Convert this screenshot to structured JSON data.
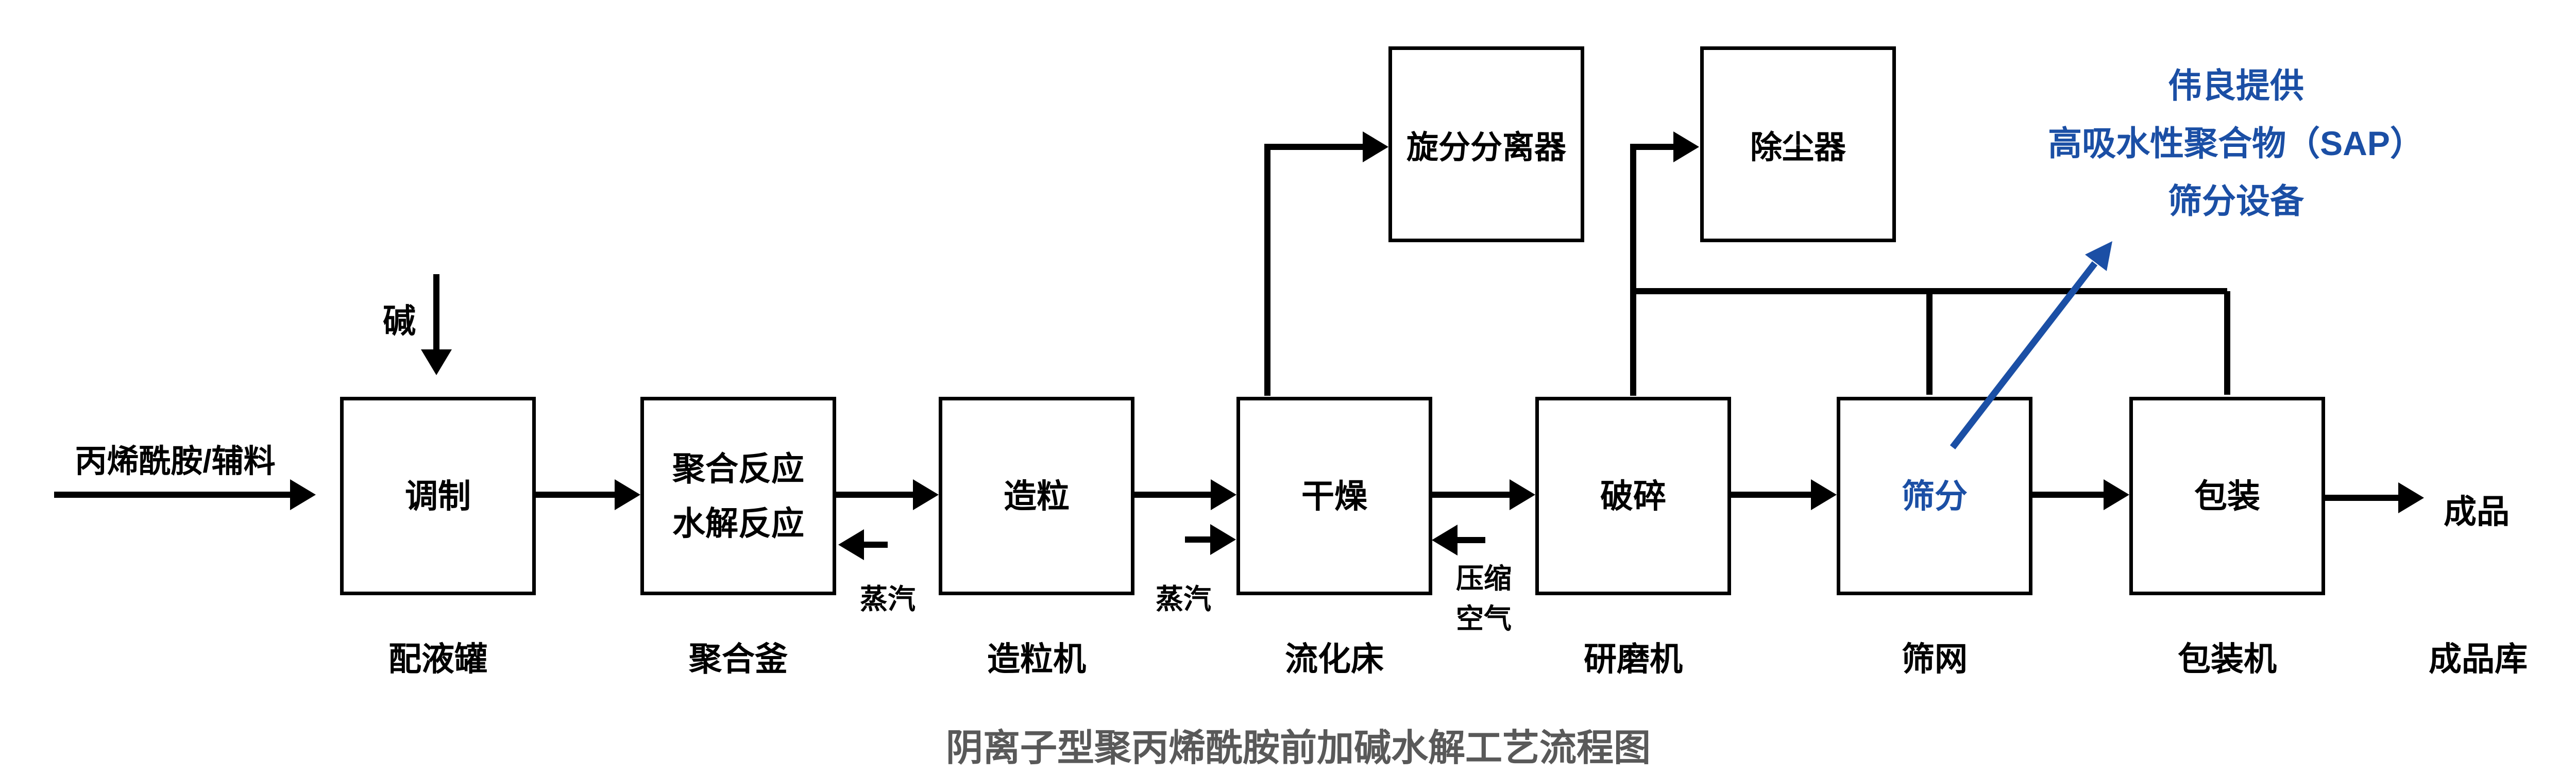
{
  "caption": "阴离子型聚丙烯酰胺前加碱水解工艺流程图",
  "colors": {
    "line_black": "#000000",
    "accent_blue": "#1B4FA5",
    "caption_gray": "#595959"
  },
  "inputs": {
    "feed": "丙烯酰胺/辅料",
    "alkali": "碱",
    "steam_polymerizer": "蒸汽",
    "steam_dryer": "蒸汽",
    "compressed_air_line1": "压缩",
    "compressed_air_line2": "空气"
  },
  "process_steps": [
    {
      "step": "调制",
      "equipment": "配液罐"
    },
    {
      "step_line1": "聚合反应",
      "step_line2": "水解反应",
      "equipment": "聚合釜"
    },
    {
      "step": "造粒",
      "equipment": "造粒机"
    },
    {
      "step": "干燥",
      "equipment": "流化床"
    },
    {
      "step": "破碎",
      "equipment": "研磨机"
    },
    {
      "step": "筛分",
      "equipment": "筛网"
    },
    {
      "step": "包装",
      "equipment": "包装机"
    }
  ],
  "dust_recovery": [
    {
      "label": "旋分分离器"
    },
    {
      "label": "除尘器"
    }
  ],
  "output": {
    "product": "成品",
    "warehouse": "成品库"
  },
  "vendor_note": {
    "line1": "伟良提供",
    "line2": "高吸水性聚合物（SAP）",
    "line3": "筛分设备"
  }
}
